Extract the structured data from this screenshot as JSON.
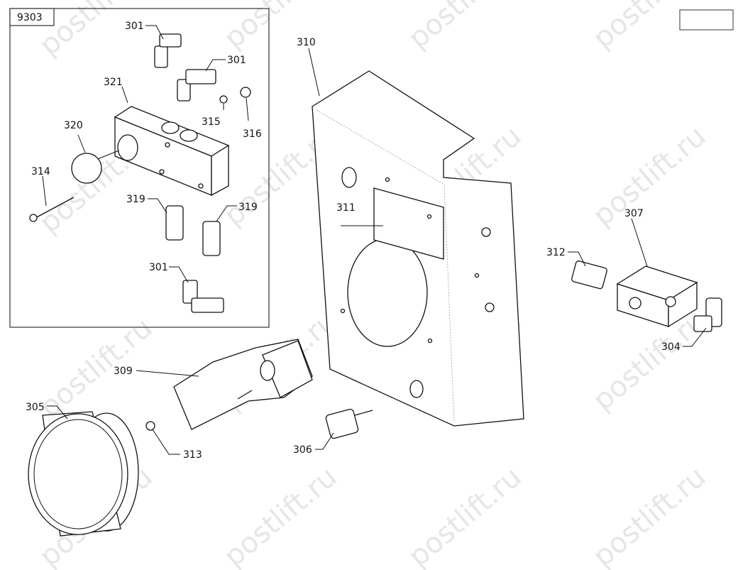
{
  "diagram": {
    "group_label": "9303",
    "watermark": "postlift.ru",
    "callouts": {
      "c301a": "301",
      "c301b": "301",
      "c301c": "301",
      "c321": "321",
      "c320": "320",
      "c314": "314",
      "c315": "315",
      "c316": "316",
      "c319a": "319",
      "c319b": "319",
      "c310": "310",
      "c311": "311",
      "c307": "307",
      "c312": "312",
      "c304": "304",
      "c309": "309",
      "c305": "305",
      "c313": "313",
      "c306": "306"
    }
  }
}
